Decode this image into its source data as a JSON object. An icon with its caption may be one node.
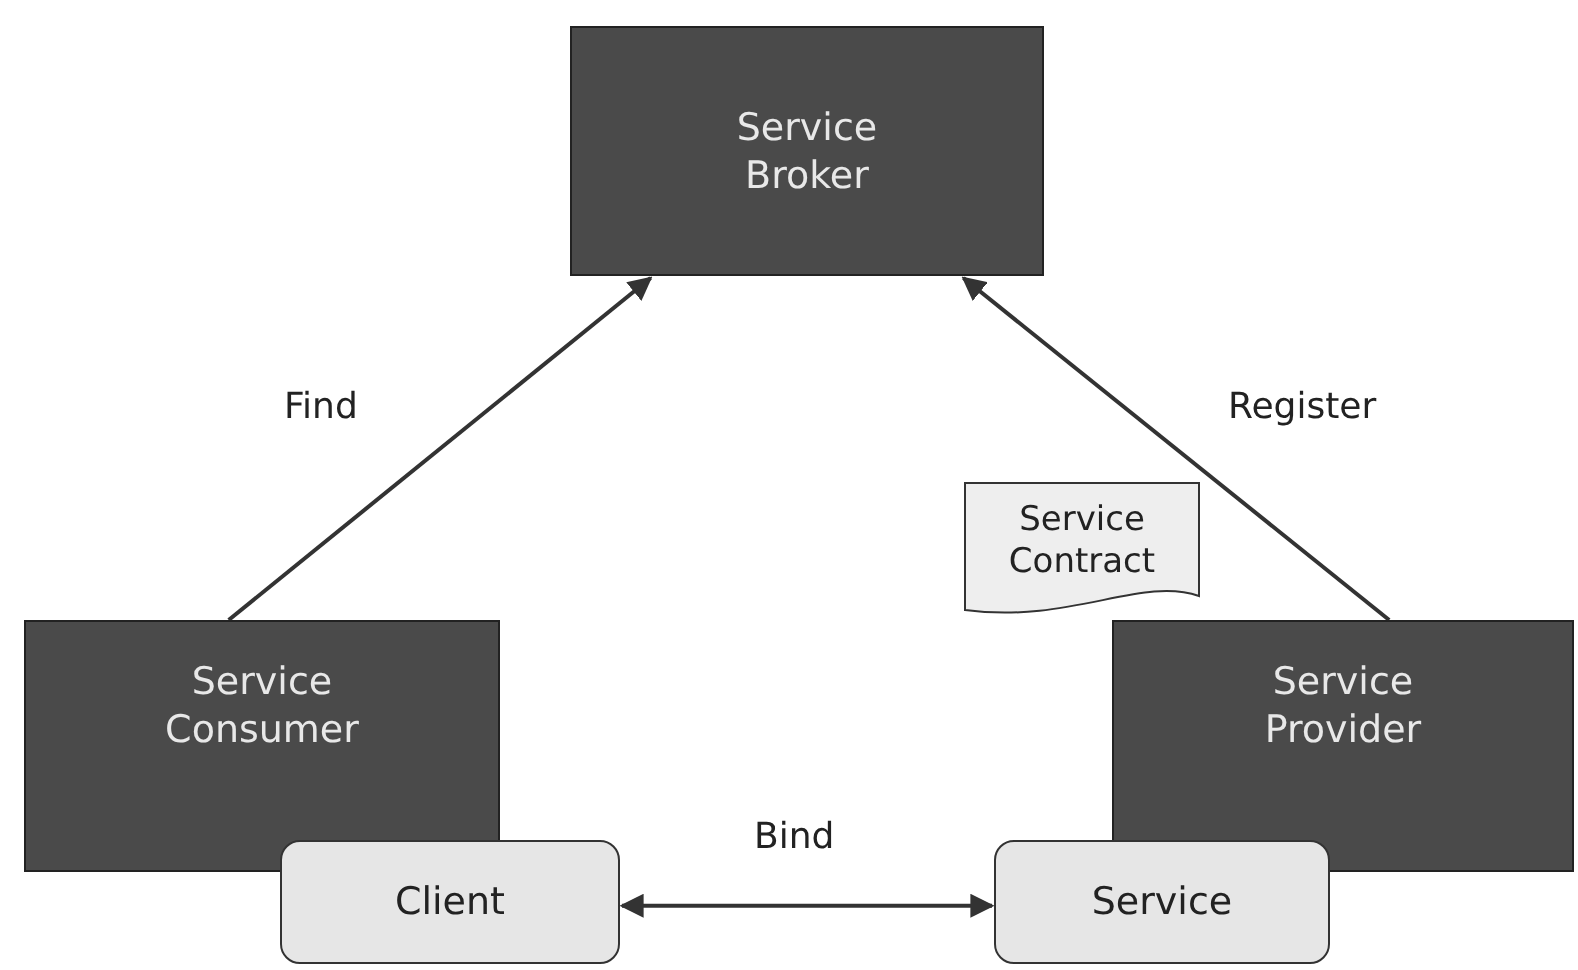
{
  "diagram": {
    "nodes": [
      {
        "text": [
          "Service Broker"
        ]
      },
      {
        "text": [
          "Service Consumer"
        ]
      },
      {
        "text": [
          "Service Provider"
        ]
      },
      {
        "text": [
          "Service Contract"
        ]
      },
      {
        "text": [
          "Client"
        ]
      },
      {
        "text": [
          "Service"
        ]
      }
    ],
    "edges": [
      {
        "from": 1,
        "to": 0,
        "arrow": "to",
        "label": "Find"
      },
      {
        "from": 2,
        "to": 0,
        "arrow": "to",
        "label": "Register"
      },
      {
        "from": 4,
        "to": 5,
        "arrow": "both",
        "label": "Bind"
      }
    ]
  }
}
